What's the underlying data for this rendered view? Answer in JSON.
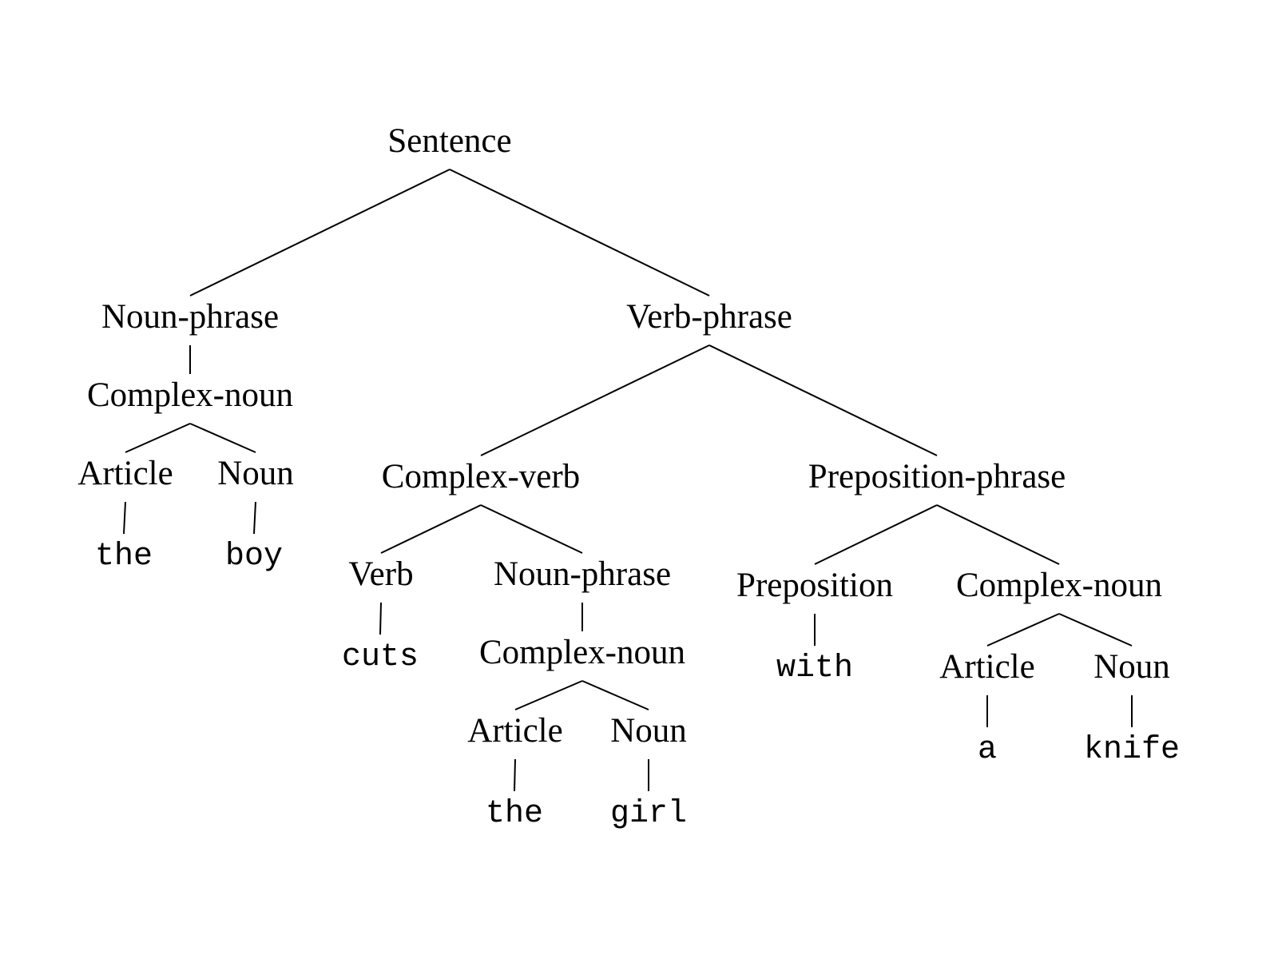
{
  "tree": {
    "nodes": [
      {
        "id": "sentence",
        "label": "Sentence",
        "kind": "category"
      },
      {
        "id": "np1",
        "label": "Noun-phrase",
        "kind": "category"
      },
      {
        "id": "cn1",
        "label": "Complex-noun",
        "kind": "category"
      },
      {
        "id": "art1",
        "label": "Article",
        "kind": "category"
      },
      {
        "id": "noun1",
        "label": "Noun",
        "kind": "category"
      },
      {
        "id": "w_the1",
        "label": "the",
        "kind": "word"
      },
      {
        "id": "w_boy",
        "label": "boy",
        "kind": "word"
      },
      {
        "id": "vp",
        "label": "Verb-phrase",
        "kind": "category"
      },
      {
        "id": "cv",
        "label": "Complex-verb",
        "kind": "category"
      },
      {
        "id": "verb",
        "label": "Verb",
        "kind": "category"
      },
      {
        "id": "w_cuts",
        "label": "cuts",
        "kind": "word"
      },
      {
        "id": "np2",
        "label": "Noun-phrase",
        "kind": "category"
      },
      {
        "id": "cn2",
        "label": "Complex-noun",
        "kind": "category"
      },
      {
        "id": "art2",
        "label": "Article",
        "kind": "category"
      },
      {
        "id": "noun2",
        "label": "Noun",
        "kind": "category"
      },
      {
        "id": "w_the2",
        "label": "the",
        "kind": "word"
      },
      {
        "id": "w_girl",
        "label": "girl",
        "kind": "word"
      },
      {
        "id": "pp",
        "label": "Preposition-phrase",
        "kind": "category"
      },
      {
        "id": "prep",
        "label": "Preposition",
        "kind": "category"
      },
      {
        "id": "w_with",
        "label": "with",
        "kind": "word"
      },
      {
        "id": "cn3",
        "label": "Complex-noun",
        "kind": "category"
      },
      {
        "id": "art3",
        "label": "Article",
        "kind": "category"
      },
      {
        "id": "noun3",
        "label": "Noun",
        "kind": "category"
      },
      {
        "id": "w_a",
        "label": "a",
        "kind": "word"
      },
      {
        "id": "w_knife",
        "label": "knife",
        "kind": "word"
      }
    ],
    "edges": [
      [
        "sentence",
        "np1"
      ],
      [
        "sentence",
        "vp"
      ],
      [
        "np1",
        "cn1"
      ],
      [
        "cn1",
        "art1"
      ],
      [
        "cn1",
        "noun1"
      ],
      [
        "art1",
        "w_the1"
      ],
      [
        "noun1",
        "w_boy"
      ],
      [
        "vp",
        "cv"
      ],
      [
        "vp",
        "pp"
      ],
      [
        "cv",
        "verb"
      ],
      [
        "cv",
        "np2"
      ],
      [
        "verb",
        "w_cuts"
      ],
      [
        "np2",
        "cn2"
      ],
      [
        "cn2",
        "art2"
      ],
      [
        "cn2",
        "noun2"
      ],
      [
        "art2",
        "w_the2"
      ],
      [
        "noun2",
        "w_girl"
      ],
      [
        "pp",
        "prep"
      ],
      [
        "pp",
        "cn3"
      ],
      [
        "prep",
        "w_with"
      ],
      [
        "cn3",
        "art3"
      ],
      [
        "cn3",
        "noun3"
      ],
      [
        "art3",
        "w_a"
      ],
      [
        "noun3",
        "w_knife"
      ]
    ]
  }
}
